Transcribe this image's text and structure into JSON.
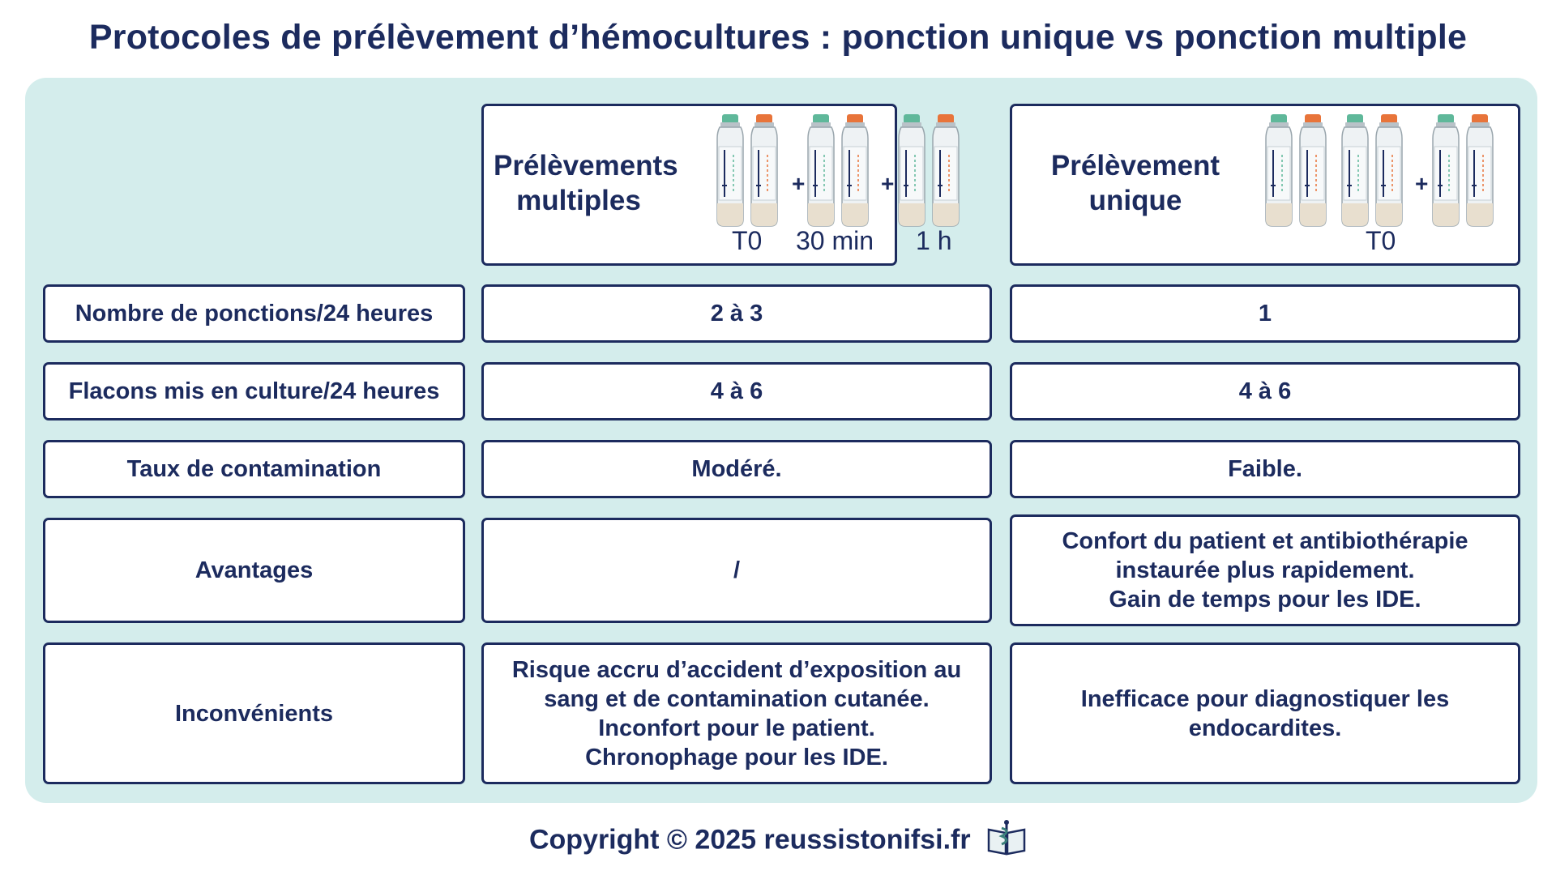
{
  "title": "Protocoles de prélèvement d’hémocultures : ponction unique vs ponction multiple",
  "columns": {
    "multiple": {
      "label_line1": "Prélèvements",
      "label_line2": "multiples",
      "times": [
        "T0",
        "30 min",
        "1 h"
      ]
    },
    "single": {
      "label_line1": "Prélèvement",
      "label_line2": "unique",
      "times": [
        "T0"
      ]
    }
  },
  "rows": [
    {
      "label": "Nombre de ponctions/24 heures",
      "multiple": [
        "2 à 3"
      ],
      "single": [
        "1"
      ]
    },
    {
      "label": "Flacons mis en culture/24 heures",
      "multiple": [
        "4 à 6"
      ],
      "single": [
        "4 à 6"
      ]
    },
    {
      "label": "Taux de contamination",
      "multiple": [
        "Modéré."
      ],
      "single": [
        "Faible."
      ]
    },
    {
      "label": "Avantages",
      "multiple": [
        "/"
      ],
      "single": [
        "Confort du patient et antibiothérapie",
        "instaurée plus rapidement.",
        "Gain de temps pour les IDE."
      ]
    },
    {
      "label": "Inconvénients",
      "multiple": [
        "Risque accru d’accident d’exposition au",
        "sang et de contamination cutanée.",
        "Inconfort pour le patient.",
        "Chronophage pour les IDE."
      ],
      "single": [
        "Inefficace pour diagnostiquer les",
        "endocardites."
      ]
    }
  ],
  "plus_sign": "+",
  "footer": "Copyright © 2025 reussistonifsi.fr",
  "icons": {
    "bottle_aerobic_cap": "bottle-green-cap-icon",
    "bottle_anaerobic_cap": "bottle-orange-cap-icon",
    "footer_logo": "book-caduceus-icon"
  },
  "colors": {
    "navy": "#1c2b5e",
    "panel": "#d4edec",
    "cap_green": "#5fb89a",
    "cap_orange": "#e8743a"
  }
}
